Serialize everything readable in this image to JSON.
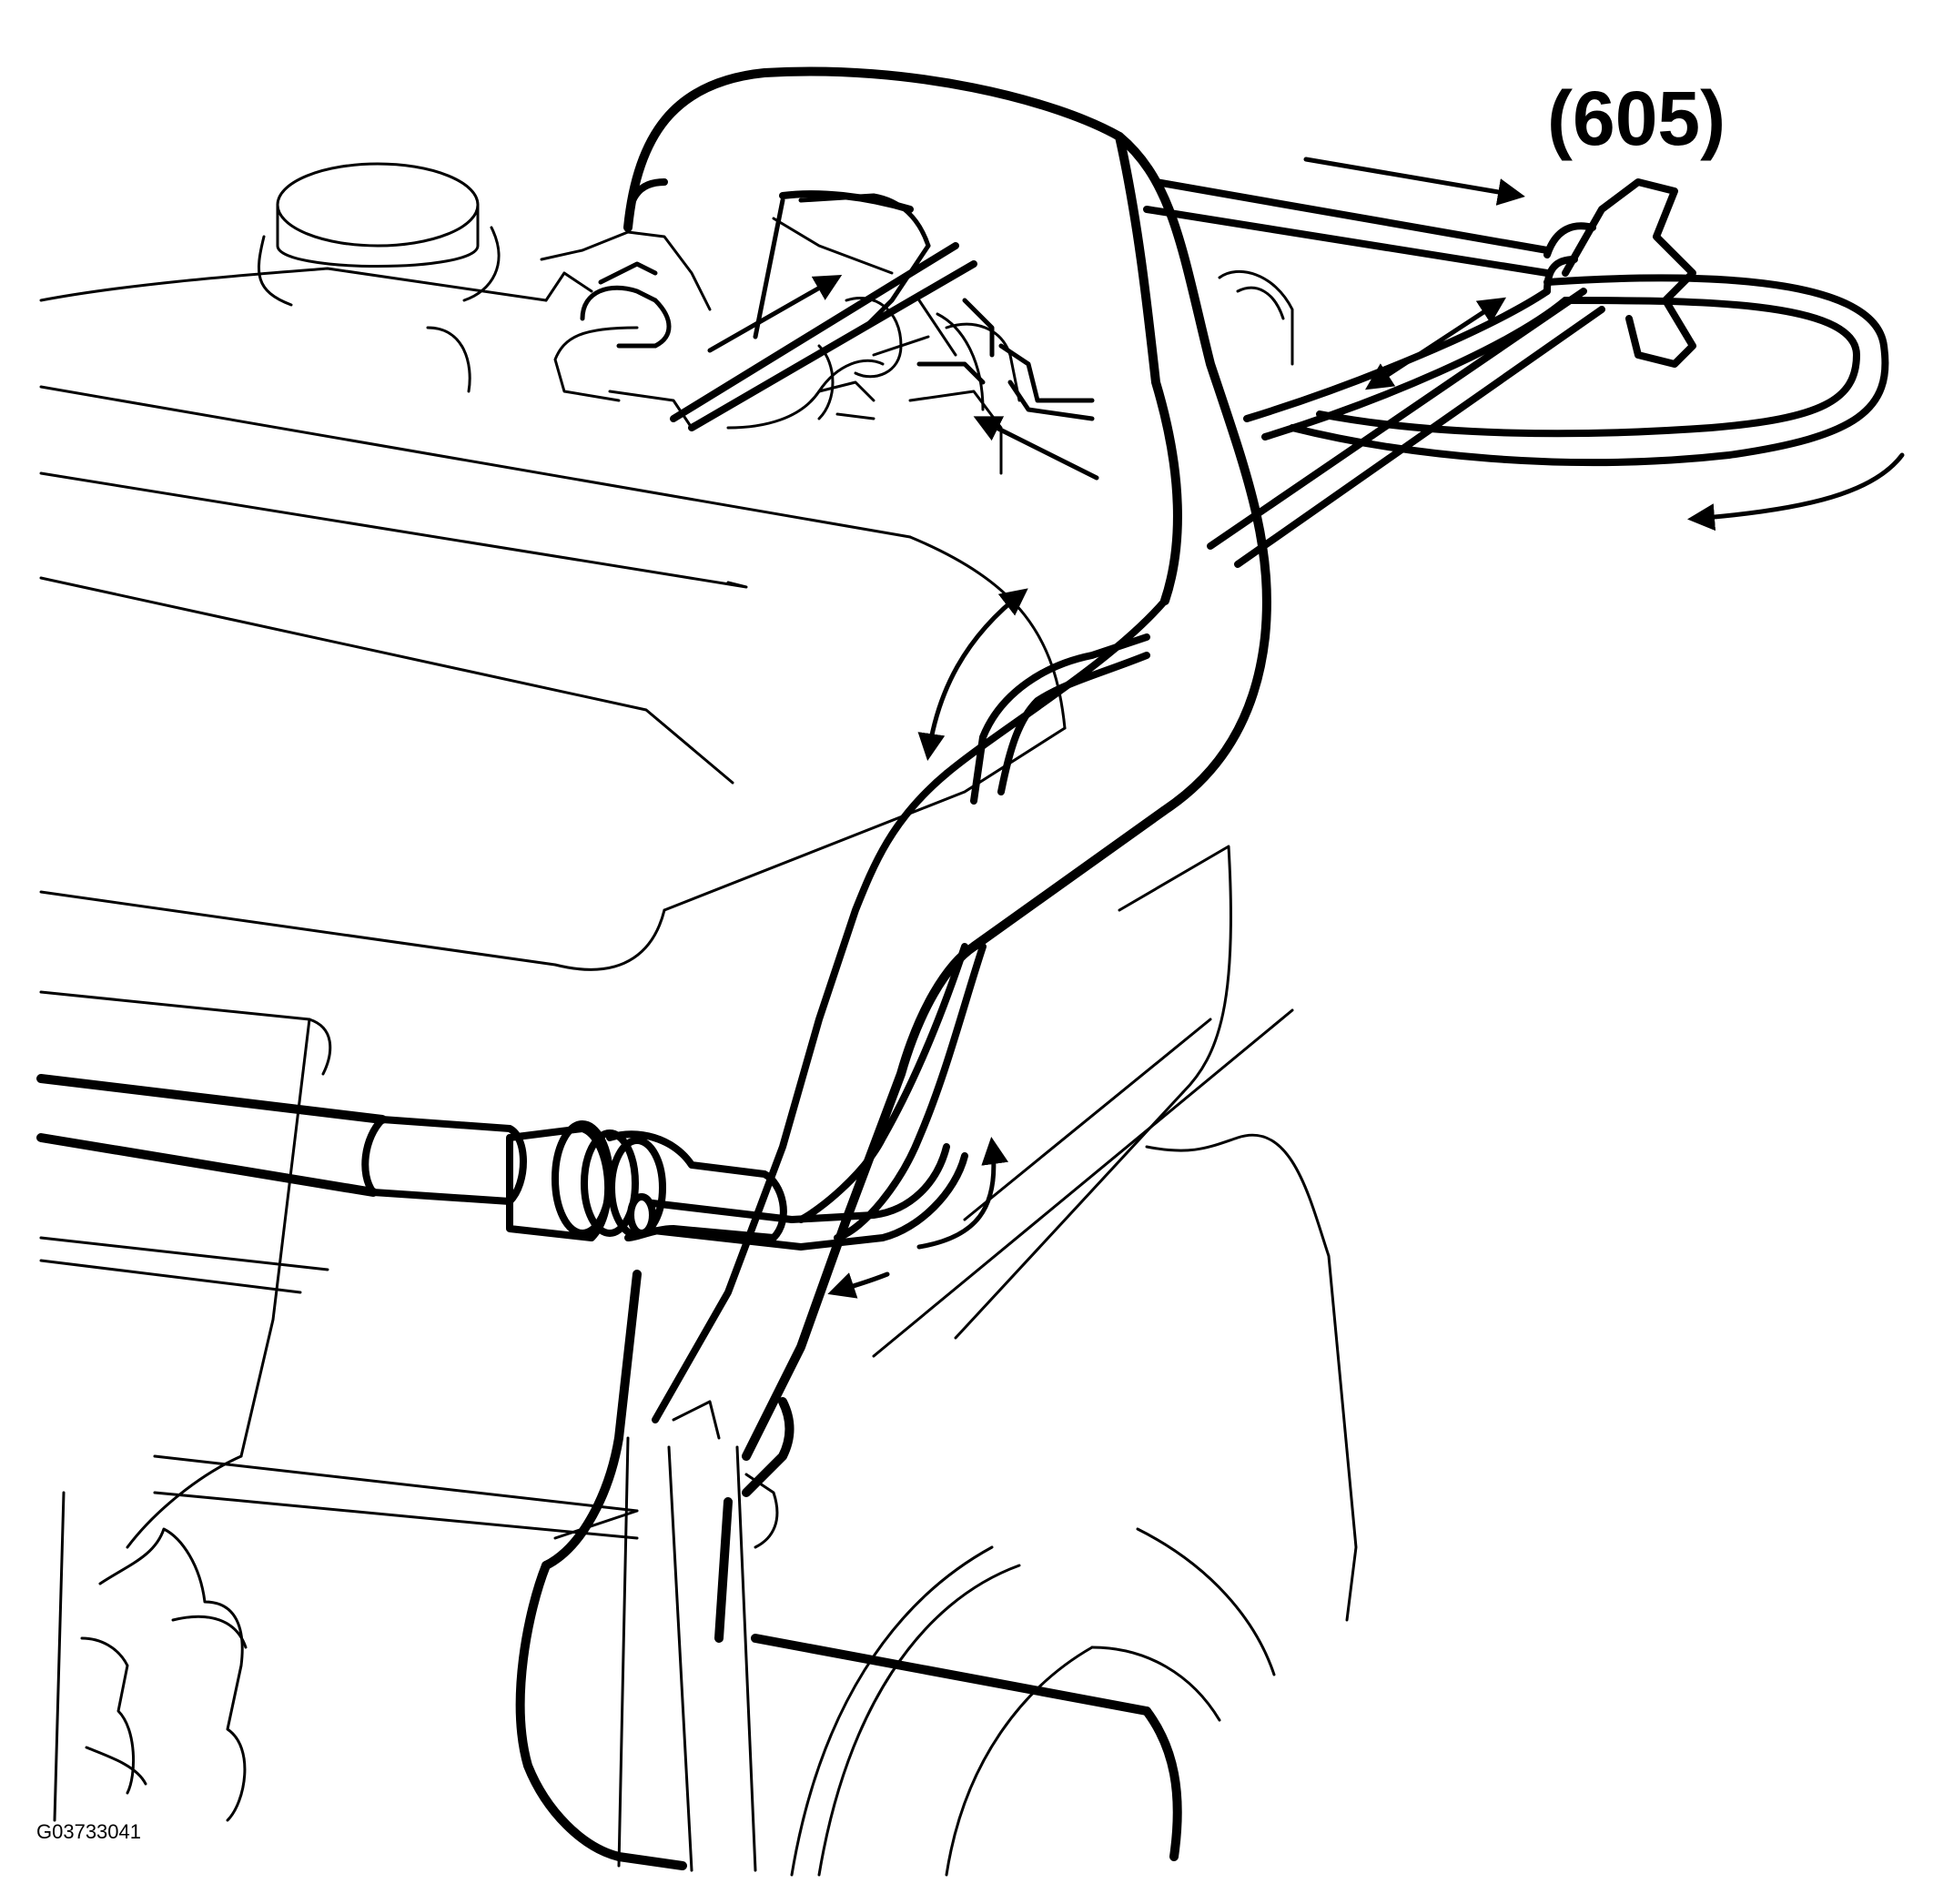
{
  "callout_label": "(605)",
  "figure_id": "G03733041",
  "colors": {
    "line": "#000000",
    "background": "#ffffff"
  },
  "icons": [
    "direction-arrow",
    "double-headed-arrow"
  ]
}
